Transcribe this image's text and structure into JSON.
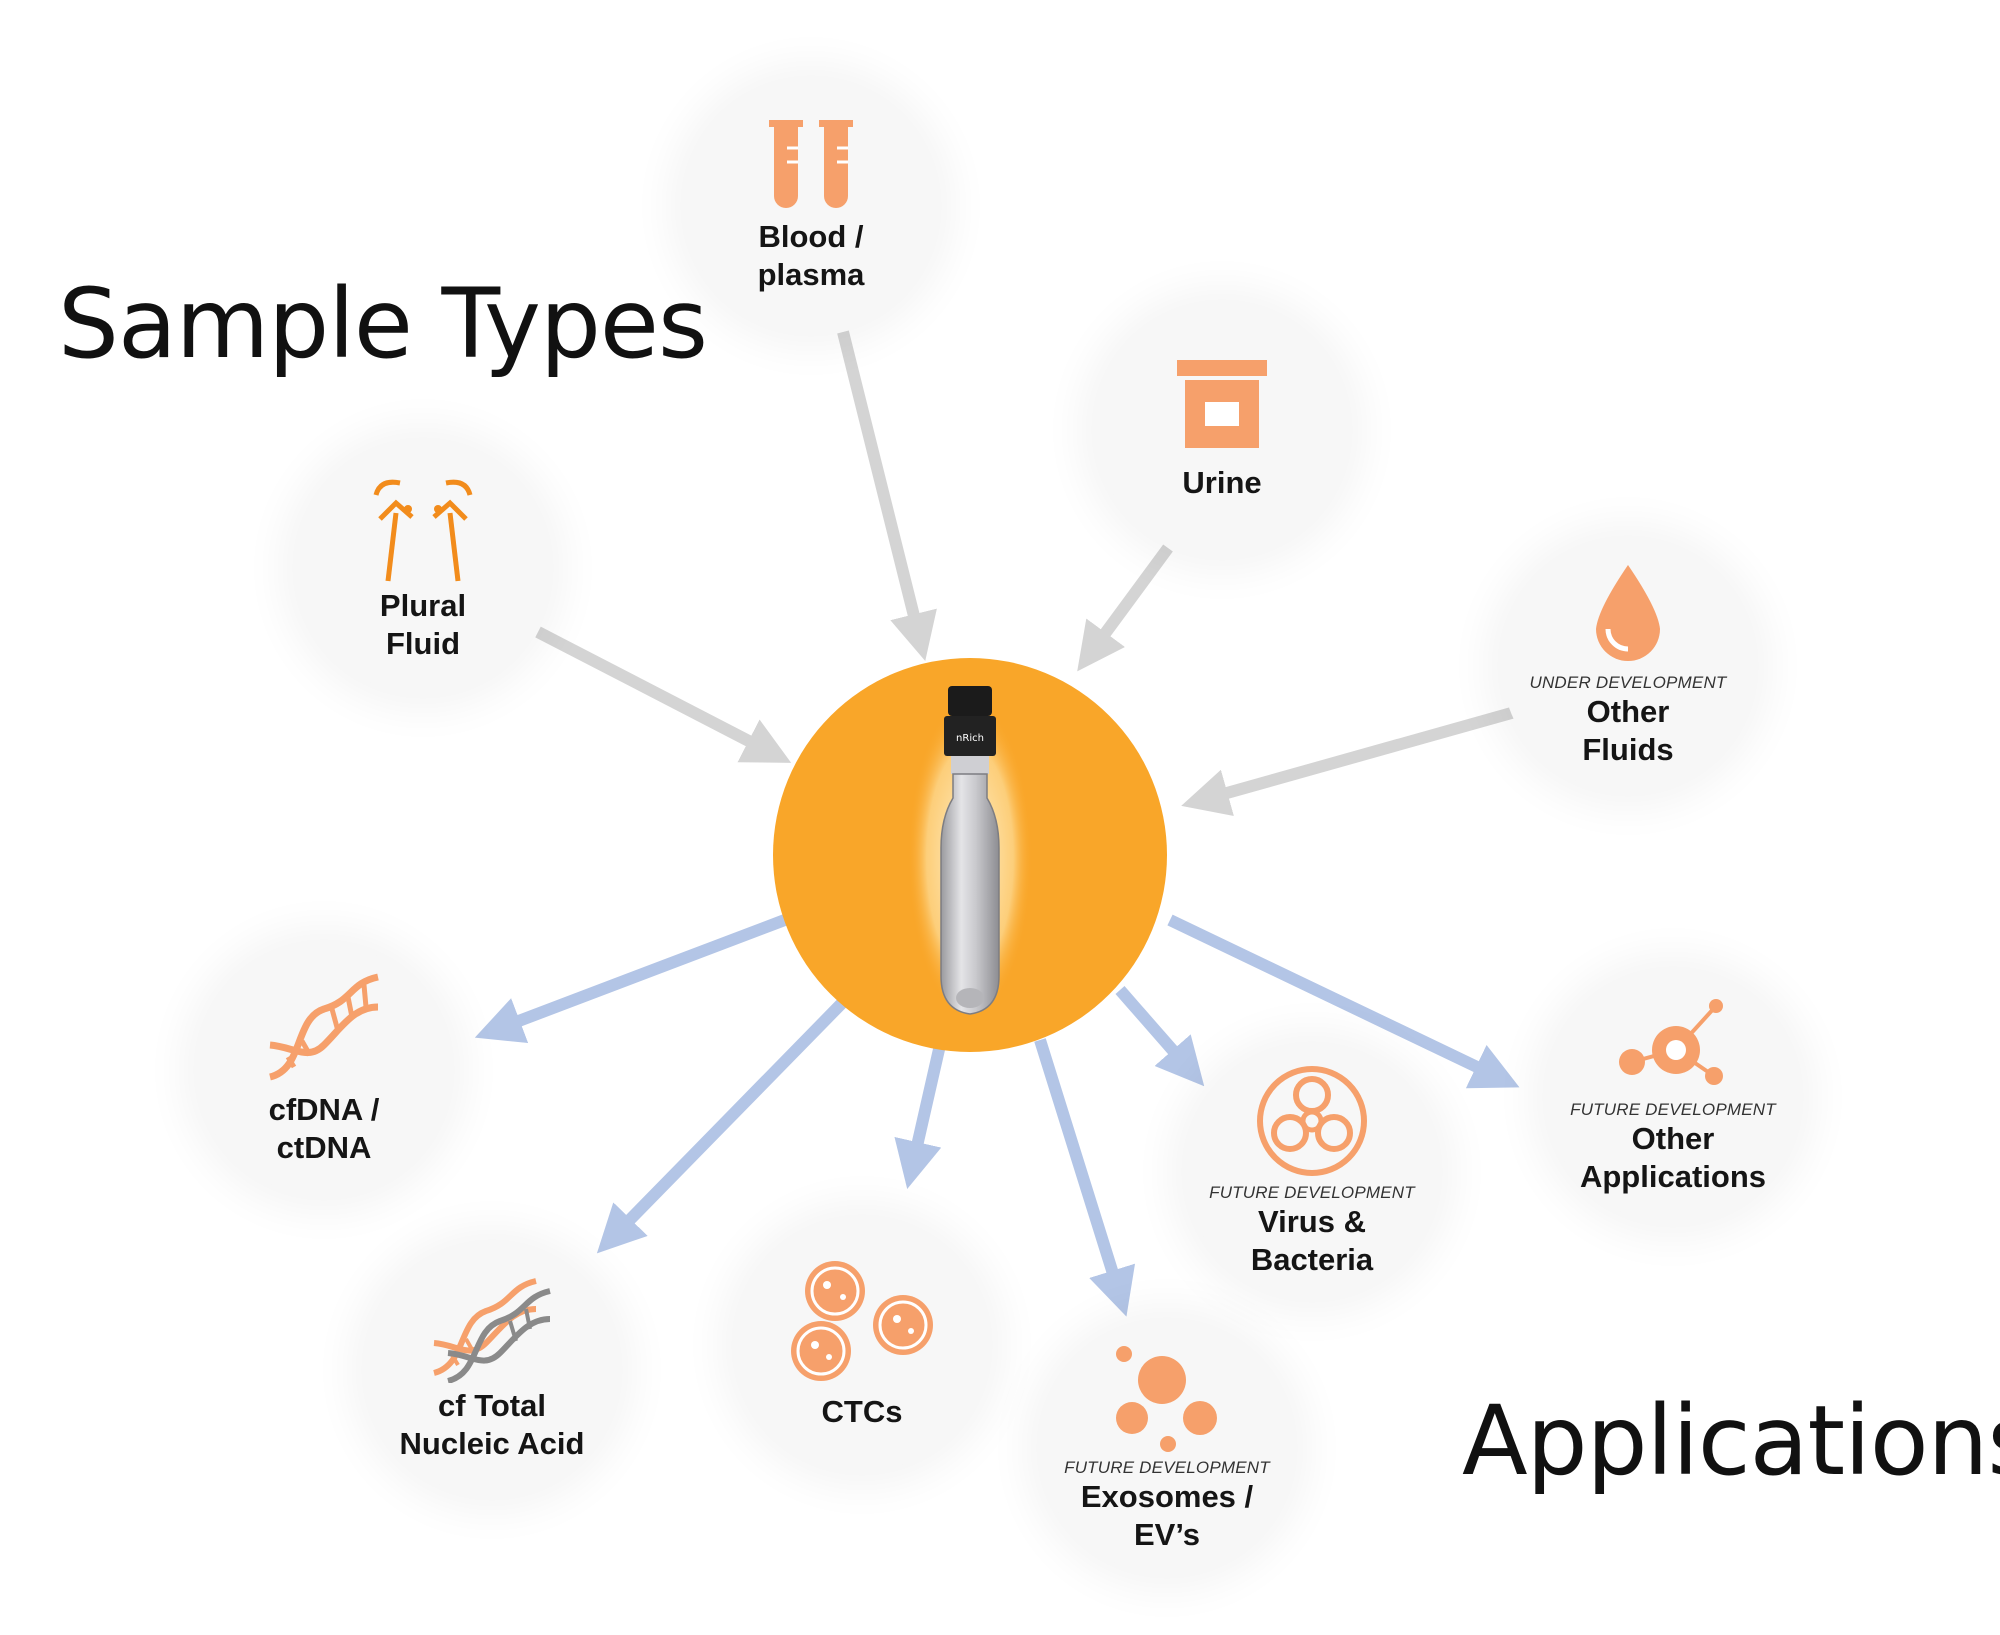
{
  "headings": {
    "sample_types": "Sample Types",
    "applications": "Applications"
  },
  "hub": {
    "bottle_cap_text": "nRich",
    "color": "#f9a629"
  },
  "colors": {
    "icon_orange": "#f6a06b",
    "outline_orange": "#f28c1c",
    "input_arrow": "#d4d4d4",
    "output_arrow": "#b3c5e6"
  },
  "sample_types": [
    {
      "id": "blood",
      "icon": "test-tubes-icon",
      "line1": "Blood /",
      "line2": "plasma"
    },
    {
      "id": "urine",
      "icon": "urine-cup-icon",
      "line1": "Urine",
      "line2": ""
    },
    {
      "id": "plural",
      "icon": "lungs-outline-icon",
      "line1": "Plural",
      "line2": "Fluid"
    },
    {
      "id": "other-fluids",
      "icon": "drop-icon",
      "tag": "UNDER DEVELOPMENT",
      "line1": "Other",
      "line2": "Fluids"
    }
  ],
  "applications": [
    {
      "id": "cfdna",
      "icon": "dna-icon",
      "line1": "cfDNA /",
      "line2": "ctDNA"
    },
    {
      "id": "tna",
      "icon": "dna-double-icon",
      "line1": "cf Total",
      "line2": "Nucleic Acid"
    },
    {
      "id": "ctcs",
      "icon": "cells-icon",
      "line1": "CTCs",
      "line2": ""
    },
    {
      "id": "exosomes",
      "icon": "vesicles-icon",
      "tag": "FUTURE DEVELOPMENT",
      "line1": "Exosomes /",
      "line2": "EV’s"
    },
    {
      "id": "virus",
      "icon": "biohazard-icon",
      "tag": "FUTURE DEVELOPMENT",
      "line1": "Virus &",
      "line2": "Bacteria"
    },
    {
      "id": "other-apps",
      "icon": "network-node-icon",
      "tag": "FUTURE DEVELOPMENT",
      "line1": "Other",
      "line2": "Applications"
    }
  ]
}
